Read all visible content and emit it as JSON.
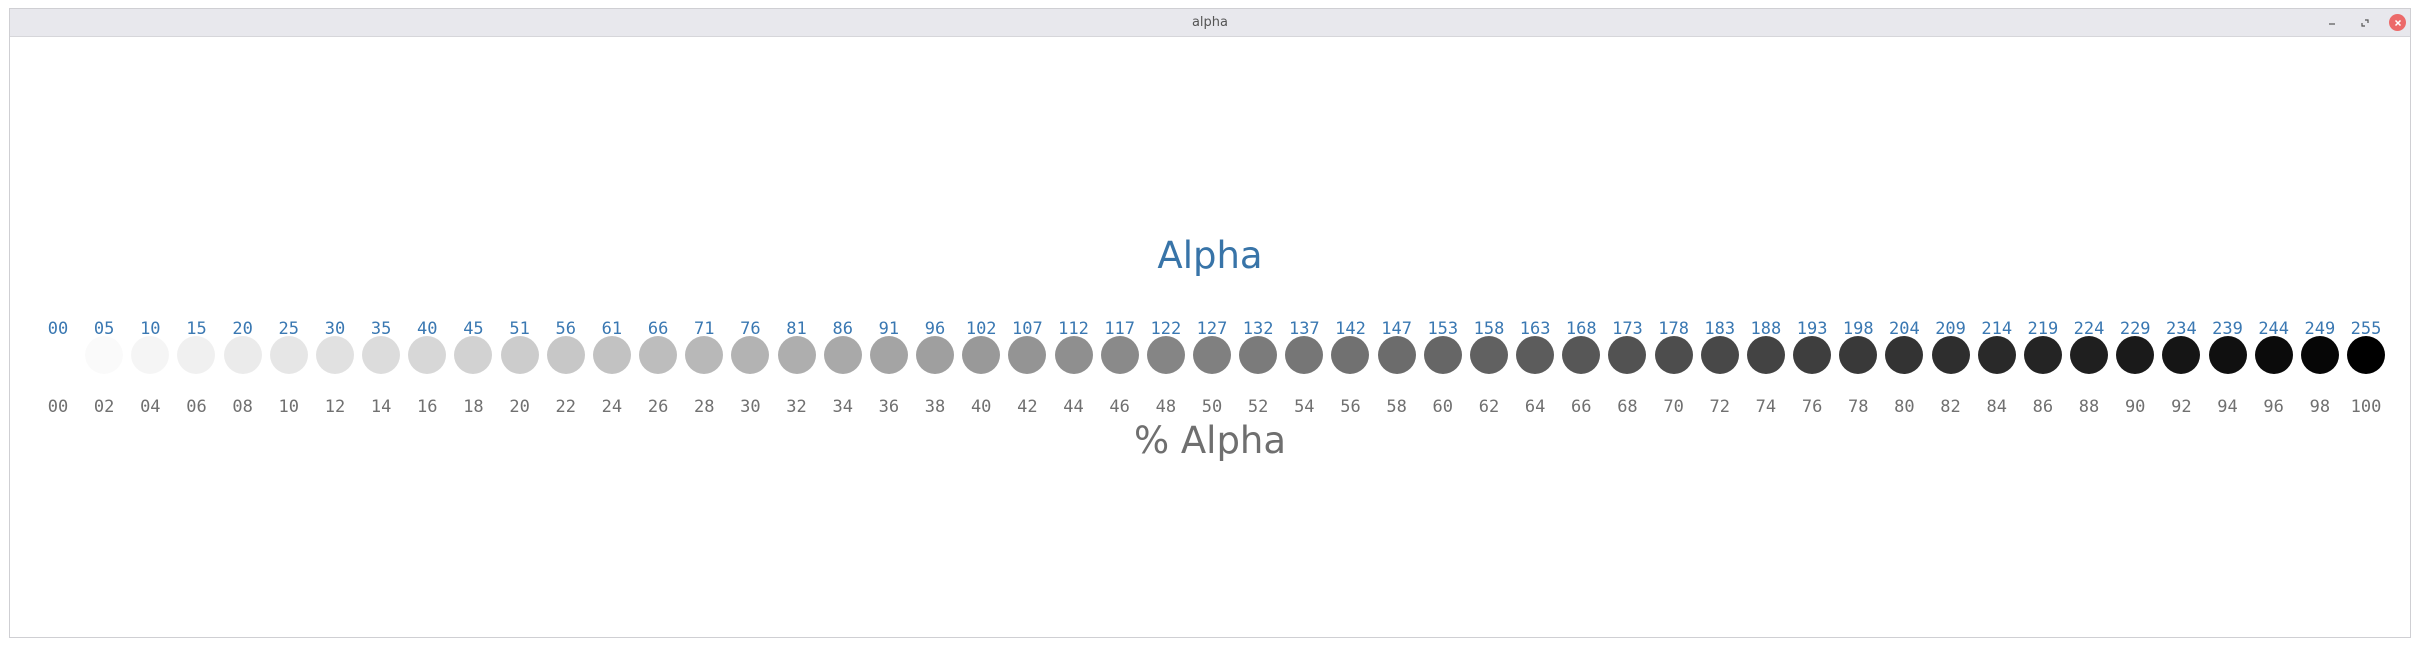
{
  "window": {
    "title": "alpha",
    "controls": {
      "minimize_icon": "minimize-icon",
      "maximize_icon": "maximize-icon",
      "close_icon": "close-icon"
    }
  },
  "main": {
    "heading": "Alpha",
    "subheading": "% Alpha",
    "swatch_color": "#000000",
    "alpha_values": [
      "00",
      "05",
      "10",
      "15",
      "20",
      "25",
      "30",
      "35",
      "40",
      "45",
      "51",
      "56",
      "61",
      "66",
      "71",
      "76",
      "81",
      "86",
      "91",
      "96",
      "102",
      "107",
      "112",
      "117",
      "122",
      "127",
      "132",
      "137",
      "142",
      "147",
      "153",
      "158",
      "163",
      "168",
      "173",
      "178",
      "183",
      "188",
      "193",
      "198",
      "204",
      "209",
      "214",
      "219",
      "224",
      "229",
      "234",
      "239",
      "244",
      "249",
      "255"
    ],
    "percent_values": [
      "00",
      "02",
      "04",
      "06",
      "08",
      "10",
      "12",
      "14",
      "16",
      "18",
      "20",
      "22",
      "24",
      "26",
      "28",
      "30",
      "32",
      "34",
      "36",
      "38",
      "40",
      "42",
      "44",
      "46",
      "48",
      "50",
      "52",
      "54",
      "56",
      "58",
      "60",
      "62",
      "64",
      "66",
      "68",
      "70",
      "72",
      "74",
      "76",
      "78",
      "80",
      "82",
      "84",
      "86",
      "88",
      "90",
      "92",
      "94",
      "96",
      "98",
      "100"
    ]
  }
}
